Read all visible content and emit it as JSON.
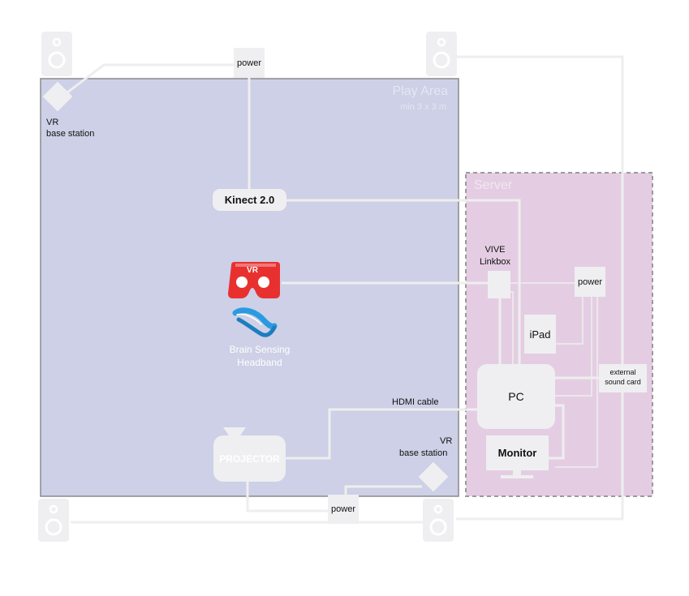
{
  "play_area": {
    "title": "Play Area",
    "subtitle": "min 3 x 3 m",
    "fill": "#cdd0e6"
  },
  "server": {
    "title": "Server",
    "fill": "#e4cde3"
  },
  "devices": {
    "power_top": "power",
    "power_bottom": "power",
    "power_server": "power",
    "kinect": "Kinect 2.0",
    "vr_headset": "VR",
    "headband_line1": "Brain Sensing",
    "headband_line2": "Headband",
    "projector": "PROJECTOR",
    "hdmi": "HDMI cable",
    "vr_base_top_line1": "VR",
    "vr_base_top_line2": "base station",
    "vr_base_bottom_line1": "VR",
    "vr_base_bottom_line2": "base station",
    "vive_line1": "VIVE",
    "vive_line2": "Linkbox",
    "ipad": "iPad",
    "pc": "PC",
    "monitor": "Monitor",
    "sound_line1": "external",
    "sound_line2": "sound card"
  },
  "colors": {
    "device_fill": "#efeff1",
    "wire": "#eeeeee",
    "vr_red": "#e8312f",
    "headband_blue": "#2a9be0"
  }
}
